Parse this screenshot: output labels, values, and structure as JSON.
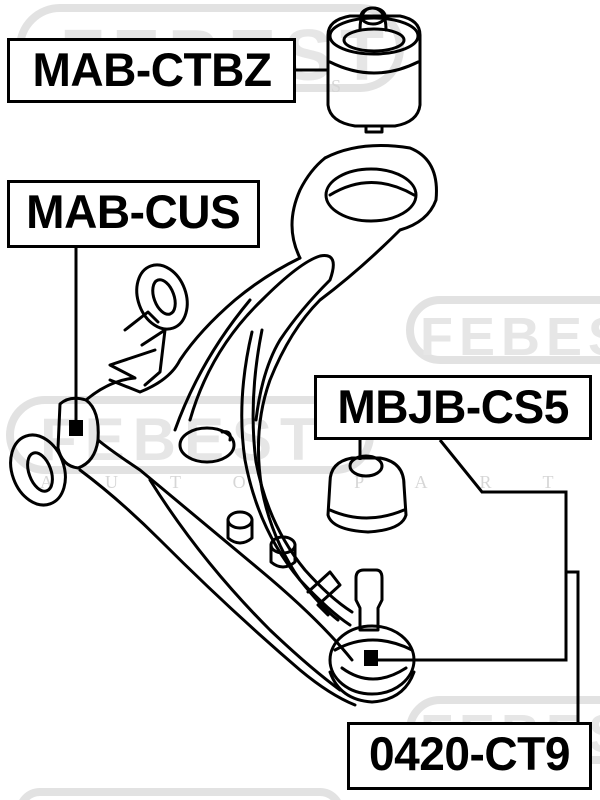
{
  "diagram": {
    "subject": "Front lower control arm (exploded parts view)",
    "watermark": {
      "brand": "FEBEST",
      "subtitle": "AUTO PARTS",
      "color": "#d9d9d9"
    },
    "parts": [
      {
        "id": "part-1",
        "part_number": "MAB-CTBZ",
        "component": "rear control arm bushing"
      },
      {
        "id": "part-2",
        "part_number": "MAB-CUS",
        "component": "front control arm bushing"
      },
      {
        "id": "part-3",
        "part_number": "MBJB-CS5",
        "component": "ball joint boot"
      },
      {
        "id": "part-4",
        "part_number": "0420-CT9",
        "component": "ball joint"
      }
    ],
    "colors": {
      "line": "#000000",
      "background": "#ffffff",
      "label_border": "#000000"
    }
  }
}
